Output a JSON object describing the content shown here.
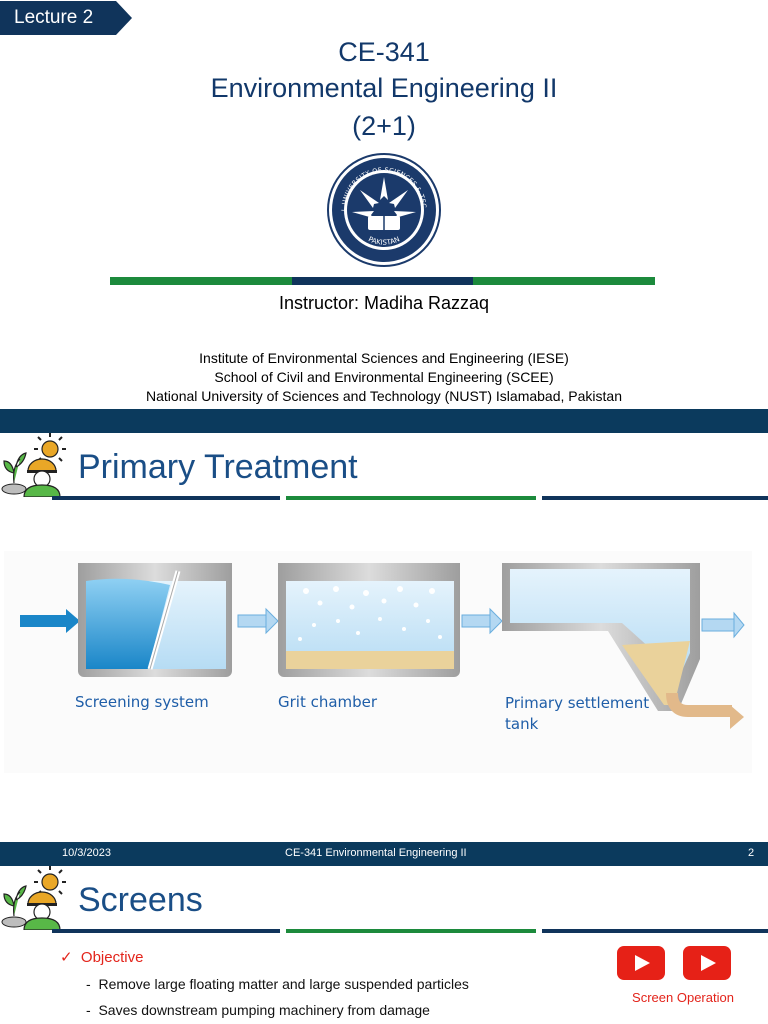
{
  "slide1": {
    "lecture_tag": "Lecture 2",
    "course_code": "CE-341",
    "course_name": "Environmental Engineering II",
    "credit_hours": "(2+1)",
    "logo": {
      "icon": "university-seal-icon",
      "ring_text": "NATIONAL UNIVERSITY OF SCIENCES & TECHNOLOGY",
      "bottom_text": "PAKISTAN"
    },
    "bar_colors": [
      "#1c8a3c",
      "#10345b",
      "#1c8a3c"
    ],
    "instructor": "Instructor: Madiha Razzaq",
    "institutions": [
      "Institute of Environmental Sciences and Engineering (IESE)",
      "School of Civil and Environmental Engineering (SCEE)",
      "National University of Sciences and Technology (NUST) Islamabad, Pakistan"
    ]
  },
  "slide2": {
    "header_icon": "engineer-gear-plant-icon",
    "title": "Primary Treatment",
    "diagram": {
      "stages": [
        {
          "label": "Screening system"
        },
        {
          "label": "Grit chamber"
        },
        {
          "label": "Primary settlement tank"
        }
      ]
    },
    "footer": {
      "date": "10/3/2023",
      "course": "CE-341 Environmental Engineering II",
      "page": "2"
    }
  },
  "slide3": {
    "header_icon": "engineer-gear-plant-icon",
    "title": "Screens",
    "objective_label": "Objective",
    "bullets": [
      "Remove large floating matter and large suspended particles",
      "Saves downstream pumping machinery from damage"
    ],
    "video_caption": "Screen Operation",
    "video_icons": [
      "youtube-play-icon",
      "youtube-play-icon"
    ]
  },
  "colors": {
    "navy": "#10345b",
    "green": "#1c8a3c",
    "title_blue": "#12386a",
    "heading_blue": "#1a4e86",
    "accent_red": "#e3241b"
  }
}
